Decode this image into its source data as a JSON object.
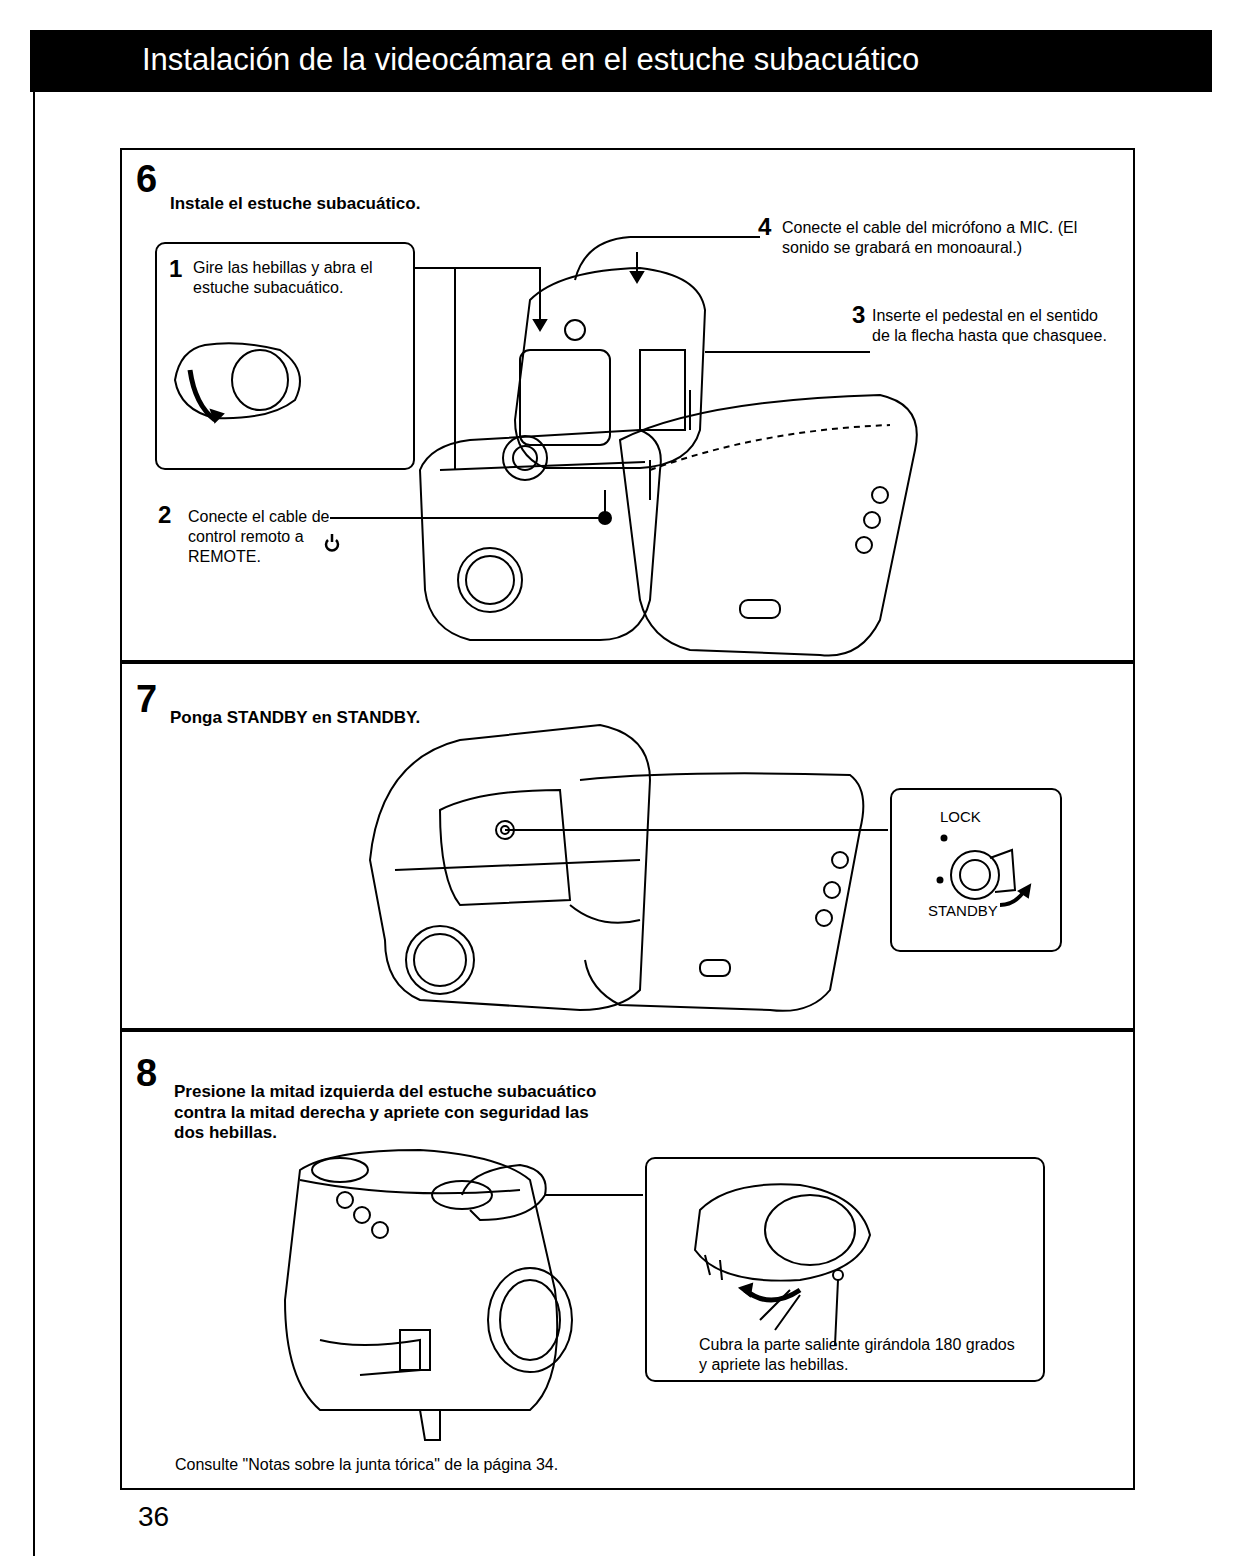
{
  "diagram": {
    "title": "Instalación de la videocámara en el estuche subacuático",
    "nodes": [
      {
        "text": [
          "6",
          "Instale el estuche subacuático."
        ]
      },
      {
        "text": [
          "1",
          "Gire las hebillas y abra el estuche subacuático."
        ],
        "in": 0
      },
      {
        "text": [
          "7",
          "Ponga STANDBY en STANDBY."
        ]
      },
      {
        "text": [
          "LOCK",
          "STANDBY"
        ],
        "in": 2
      },
      {
        "text": [
          "8",
          "Presione la mitad izquierda del estuche subacuático contra la mitad derecha y apriete con seguridad las dos hebillas."
        ]
      },
      {
        "text": [
          "Cubra la parte saliente girándola 180 grados y apriete las hebillas."
        ],
        "in": 4
      }
    ],
    "labels": [
      "4",
      "Conecte el cable del micrófono a MIC. (El sonido se grabará en monoaural.)",
      "3",
      "Inserte el pedestal en el sentido de la flecha hasta que chasquee.",
      "2",
      "Conecte el cable de control remoto a",
      "REMOTE.",
      "Consulte \"Notas sobre la junta tórica\" de la página 34.",
      "36"
    ]
  }
}
